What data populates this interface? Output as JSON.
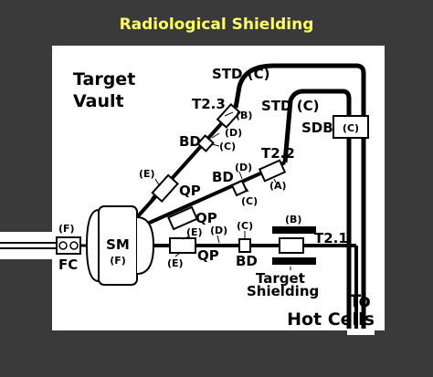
{
  "title": "Radiological Shielding",
  "vault": {
    "line1": "Target",
    "line2": "Vault"
  },
  "labels": {
    "std_c_1": "STD (C)",
    "std_c_2": "STD (C)",
    "sdb": "SDB",
    "sdb_box": "(C)",
    "t23": "T2.3",
    "t23_b": "(B)",
    "t23_d": "(D)",
    "t23_c": "(C)",
    "bd_1": "BD",
    "t22": "T2.2",
    "t22_a": "(A)",
    "t22_d": "(D)",
    "bd_2": "BD",
    "bd_2_c": "(C)",
    "e_upper": "(E)",
    "qp_upper": "QP",
    "qp_mid": "QP",
    "e_mid": "(E)",
    "d_mid": "(D)",
    "c_mid": "(C)",
    "b_mid": "(B)",
    "t21": "T2.1",
    "e_lower": "(E)",
    "qp_lower": "QP",
    "bd_lower": "BD",
    "target_shielding_1": "Target",
    "target_shielding_2": "Shielding",
    "f_left": "(F)",
    "fc": "FC",
    "sm": "SM",
    "sm_f": "(F)",
    "to": "To",
    "hot_cells": "Hot Cells"
  },
  "colors": {
    "wall": "#3a3a3a",
    "vault": "#ffffff",
    "title": "#ffff66",
    "line": "#000000"
  }
}
